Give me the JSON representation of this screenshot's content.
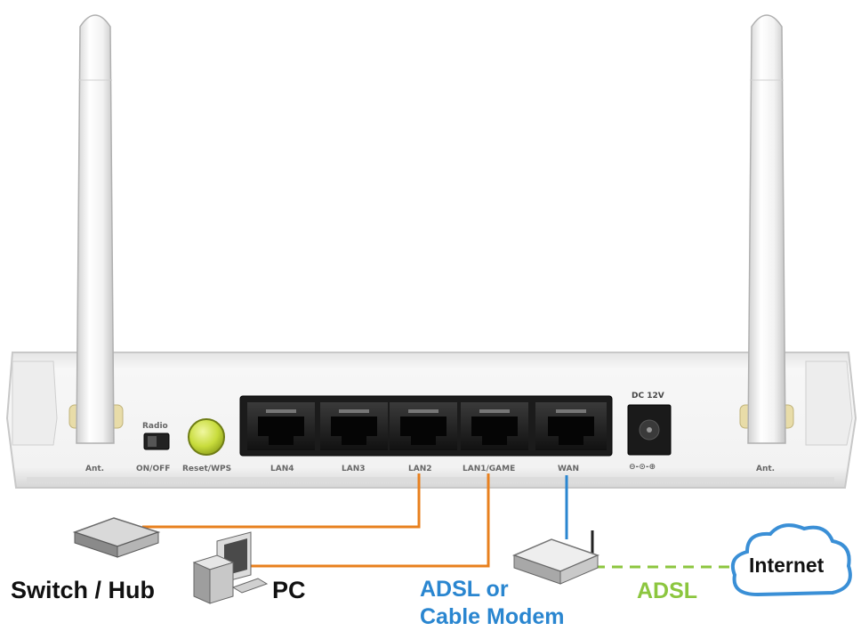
{
  "ports": {
    "antenna_left": "Ant.",
    "antenna_right": "Ant.",
    "radio": "Radio",
    "on_off": "ON/OFF",
    "reset_wps": "Reset/WPS",
    "lan4": "LAN4",
    "lan3": "LAN3",
    "lan2": "LAN2",
    "lan1_game": "LAN1/GAME",
    "wan": "WAN",
    "dc": "DC 12V",
    "polarity": "⊖-⊙-⊕"
  },
  "devices": {
    "switch_hub": "Switch / Hub",
    "pc": "PC",
    "modem_line1": "ADSL or",
    "modem_line2": "Cable Modem",
    "adsl": "ADSL",
    "internet": "Internet"
  },
  "colors": {
    "lan_cable": "#e8801e",
    "wan_cable": "#2a86d0",
    "adsl_line": "#8cc63f",
    "modem_text": "#2a86d0",
    "adsl_text": "#8cc63f",
    "reset_button": "#c8dc3c",
    "cloud_stroke": "#3a8fd6"
  }
}
